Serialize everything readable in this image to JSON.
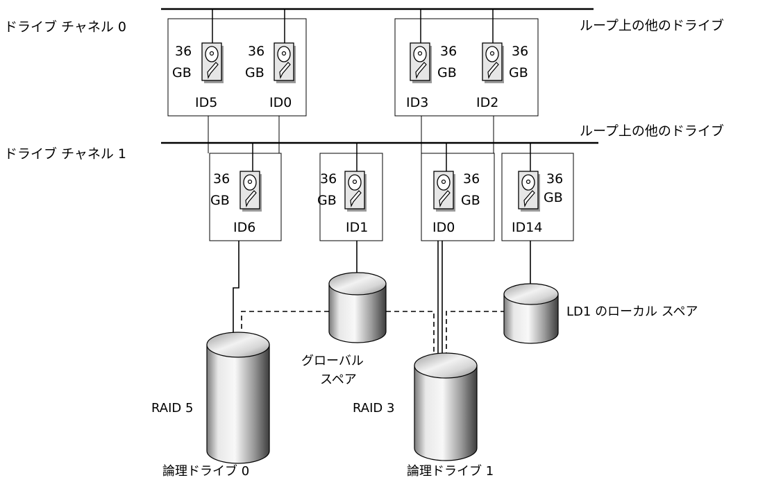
{
  "channels": {
    "channel_0_label": "ドライブ チャネル 0",
    "channel_1_label": "ドライブ チャネル 1",
    "other_drives_top": "ループ上の他のドライブ",
    "other_drives_bottom": "ループ上の他のドライブ"
  },
  "drives": {
    "ch0": [
      {
        "capacity": "36",
        "unit": "GB",
        "id": "ID5"
      },
      {
        "capacity": "36",
        "unit": "GB",
        "id": "ID0"
      },
      {
        "capacity": "36",
        "unit": "GB",
        "id": "ID3"
      },
      {
        "capacity": "36",
        "unit": "GB",
        "id": "ID2"
      }
    ],
    "ch1": [
      {
        "capacity": "36",
        "unit": "GB",
        "id": "ID6"
      },
      {
        "capacity": "36",
        "unit": "GB",
        "id": "ID1"
      },
      {
        "capacity": "36",
        "unit": "GB",
        "id": "ID0"
      },
      {
        "capacity": "36",
        "unit": "GB",
        "id": "ID14"
      }
    ]
  },
  "arrays": {
    "raid5": "RAID 5",
    "raid3": "RAID 3",
    "logical_drive_0": "論理ドライブ 0",
    "logical_drive_1": "論理ドライブ 1",
    "global_spare_line1": "グローバル",
    "global_spare_line2": "スペア",
    "local_spare": "LD1 のローカル スペア"
  },
  "colors": {
    "line": "#000000",
    "disk_light": "#f4f4f4",
    "disk_mid": "#b4b4b4",
    "disk_dark": "#5a5a5a",
    "drive_icon_shadow": "#9a9a9a"
  }
}
